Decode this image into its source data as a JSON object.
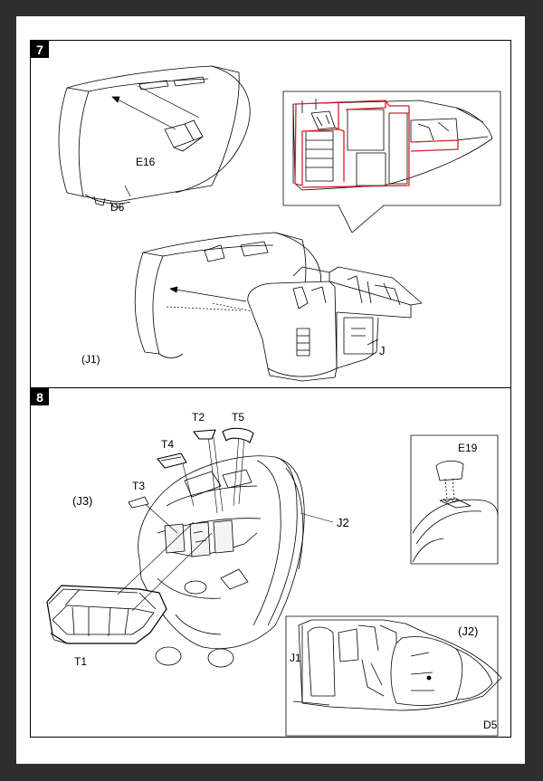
{
  "steps": [
    {
      "number": "7",
      "labels": {
        "e16": "E16",
        "d6": "D6",
        "j": "J",
        "j1": "(J1)"
      }
    },
    {
      "number": "8",
      "labels": {
        "t1": "T1",
        "t2": "T2",
        "t3": "T3",
        "t4": "T4",
        "t5": "T5",
        "j2": "J2",
        "j3": "(J3)",
        "e19": "E19",
        "j1_inset": "J1",
        "j2_inset": "(J2)",
        "d5": "D5"
      }
    }
  ],
  "colors": {
    "highlight": "#d6202a",
    "ink": "#000000",
    "page": "#ffffff",
    "frame": "#2e2e2e"
  }
}
